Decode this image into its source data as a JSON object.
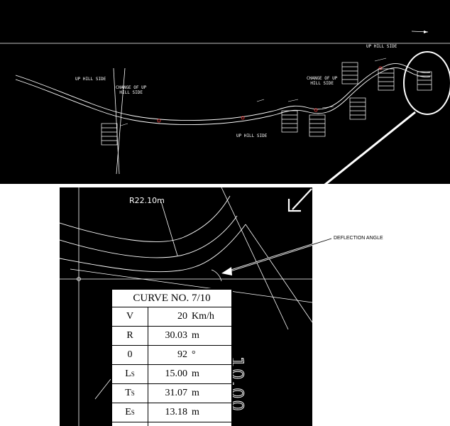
{
  "overview": {
    "labels": {
      "up_hill_side_left": "UP HILL SIDE",
      "change_of_up_hill_side_1": "CHANGE OF UP\nHILL SIDE",
      "change_of_up_hill_side_2": "CHANGE OF UP\nHILL SIDE",
      "up_hill_side_bottom": "UP HILL SIDE",
      "up_hill_side_top": "UP HILL SIDE"
    },
    "colors": {
      "background": "#000000",
      "lines": "#ffffff",
      "accent_red": "#ff3b3b"
    }
  },
  "detail": {
    "radius_label": "R22.10m",
    "chainage_text": "10.00",
    "annotation": "DEFLECTION ANGLE"
  },
  "curve_table": {
    "title": "CURVE NO. 7/10",
    "rows": [
      {
        "symbol": "V",
        "sub": "",
        "value": "20",
        "unit": "Km/h"
      },
      {
        "symbol": "R",
        "sub": "",
        "value": "30.03",
        "unit": "m"
      },
      {
        "symbol": "0",
        "sub": "",
        "value": "92",
        "unit": "°"
      },
      {
        "symbol": "L",
        "sub": "S",
        "value": "15.00",
        "unit": "m"
      },
      {
        "symbol": "T",
        "sub": "S",
        "value": "31.07",
        "unit": "m"
      },
      {
        "symbol": "E",
        "sub": "S",
        "value": "13.18",
        "unit": "m"
      }
    ]
  }
}
